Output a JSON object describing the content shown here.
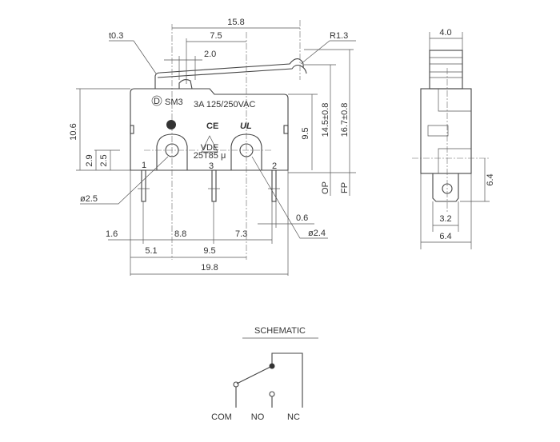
{
  "front_view": {
    "dims": {
      "thickness": "t0.3",
      "overall_lever": "15.8",
      "lever_to_hole": "7.5",
      "plunger": "2.0",
      "radius": "R1.3",
      "height": "10.6",
      "h29": "2.9",
      "h25": "2.5",
      "h95": "9.5",
      "op": "14.5±0.8",
      "fp": "16.7±0.8",
      "op_label": "OP",
      "fp_label": "FP",
      "hole1": "ø2.5",
      "hole2": "ø2.4",
      "pin_w": "0.6",
      "d16": "1.6",
      "d88": "8.8",
      "d73": "7.3",
      "d51": "5.1",
      "d95b": "9.5",
      "width": "19.8"
    },
    "marking": {
      "model": "SM3",
      "model_icon": "D",
      "rating": "3A  125/250VAC",
      "ce": "CE",
      "vde": "VDE",
      "vde_code": "25T85 μ",
      "ul": "UL"
    },
    "terminals": [
      "1",
      "3",
      "2"
    ]
  },
  "side_view": {
    "top_width": "4.0",
    "tab_height": "6.4",
    "tab_width": "3.2",
    "body_width": "6.4"
  },
  "schematic": {
    "title": "SCHEMATIC",
    "labels": [
      "COM",
      "NO",
      "NC"
    ]
  }
}
